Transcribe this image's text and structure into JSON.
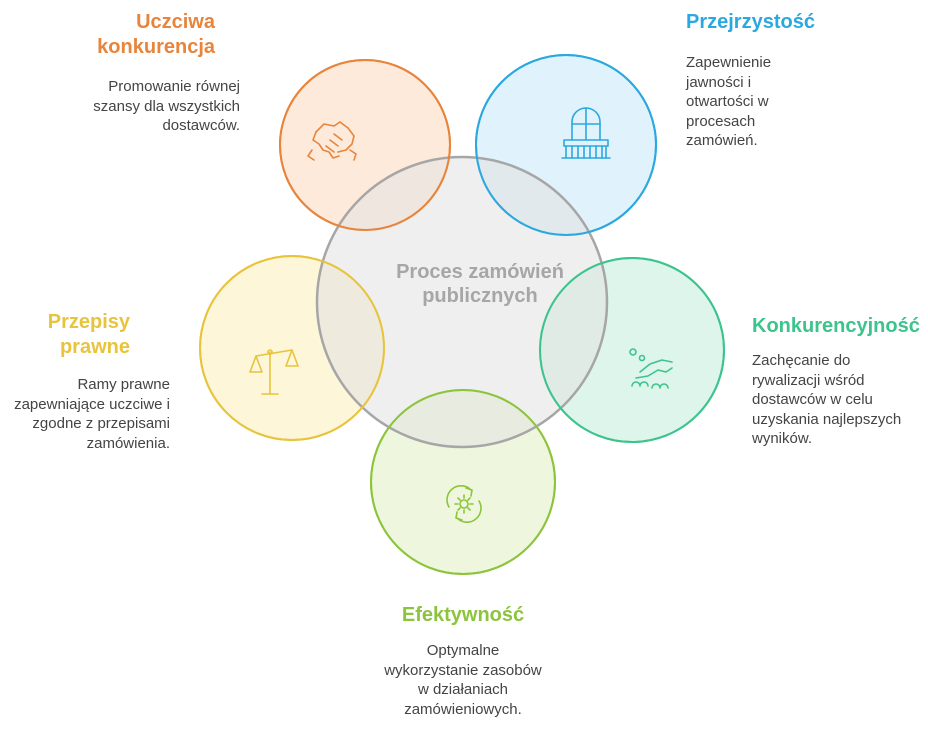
{
  "center": {
    "title": "Proces zamówień publicznych",
    "color": "#a6a6a6"
  },
  "items": [
    {
      "id": "uczciwa-konkurencja",
      "title": "Uczciwa konkurencja",
      "description": "Promowanie równej szansy dla wszystkich dostawców.",
      "color": "#e8843c",
      "icon": "handshake-icon"
    },
    {
      "id": "przejrzystosc",
      "title": "Przejrzystość",
      "description": "Zapewnienie jawności i otwartości w procesach zamówień.",
      "color": "#2aa8e0",
      "icon": "window-balcony-icon"
    },
    {
      "id": "konkurencyjnosc",
      "title": "Konkurencyjność",
      "description": "Zachęcanie do rywalizacji wśród dostawców w celu uzyskania najlepszych wyników.",
      "color": "#3cc48c",
      "icon": "hand-wash-icon"
    },
    {
      "id": "efektywnosc",
      "title": "Efektywność",
      "description": "Optymalne wykorzystanie zasobów w działaniach zamówieniowych.",
      "color": "#8cc43c",
      "icon": "gear-cycle-icon"
    },
    {
      "id": "przepisy-prawne",
      "title": "Przepisy prawne",
      "description": "Ramy prawne zapewniające uczciwe i zgodne z przepisami zamówienia.",
      "color": "#e8c43c",
      "icon": "scales-icon"
    }
  ]
}
